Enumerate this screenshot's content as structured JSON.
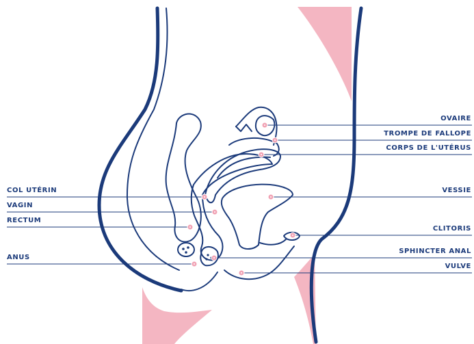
{
  "colors": {
    "navy": "#1b3a7a",
    "pink": "#f4b6c2",
    "dot": "#e88aa0",
    "background": "#ffffff"
  },
  "labels_left": [
    {
      "key": "col",
      "text": "COL UTÉRIN"
    },
    {
      "key": "vagin",
      "text": "VAGIN"
    },
    {
      "key": "rectum",
      "text": "RECTUM"
    },
    {
      "key": "anus",
      "text": "ANUS"
    }
  ],
  "labels_right": [
    {
      "key": "ovaire",
      "text": "OVAIRE"
    },
    {
      "key": "trompe",
      "text": "TROMPE DE FALLOPE"
    },
    {
      "key": "corps",
      "text": "CORPS DE L'UTÉRUS"
    },
    {
      "key": "vessie",
      "text": "VESSIE"
    },
    {
      "key": "clitoris",
      "text": "CLITORIS"
    },
    {
      "key": "sphincter",
      "text": "SPHINCTER ANAL"
    },
    {
      "key": "vulve",
      "text": "VULVE"
    }
  ]
}
